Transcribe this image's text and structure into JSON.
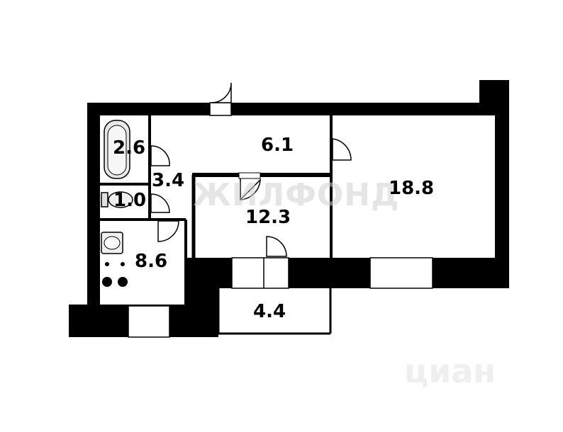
{
  "rooms": {
    "bathroom": "2.6",
    "corridor": "6.1",
    "hall": "3.4",
    "toilet": "1.0",
    "kitchen": "8.6",
    "middle_room": "12.3",
    "large_room": "18.8",
    "balcony": "4.4"
  },
  "watermarks": {
    "primary": "ЖИЛФОНД",
    "secondary": "циан"
  }
}
